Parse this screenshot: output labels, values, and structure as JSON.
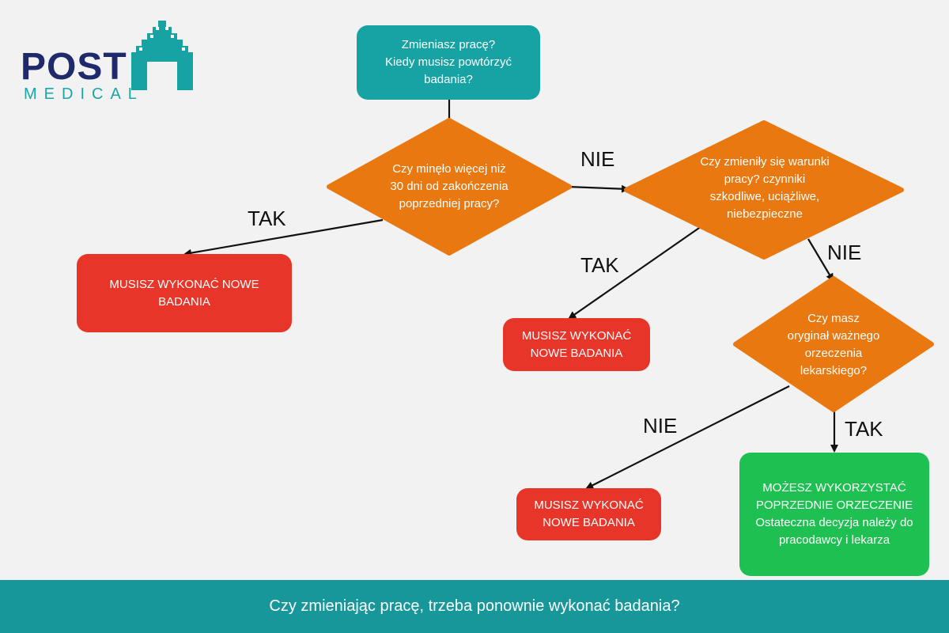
{
  "logo": {
    "brand": "POST",
    "sub": "MEDICAL",
    "accent_color": "#17a2a4",
    "brand_color": "#1e2a6b"
  },
  "start": {
    "lines": [
      "Zmieniasz pracę?",
      "Kiedy musisz powtórzyć",
      "badania?"
    ]
  },
  "decision1": {
    "lines": [
      "Czy minęło więcej niż",
      "30 dni od zakończenia",
      "poprzedniej pracy?"
    ]
  },
  "decision2": {
    "lines": [
      "Czy zmieniły się warunki",
      "pracy? czynniki",
      "szkodliwe, uciążliwe,",
      "niebezpieczne"
    ]
  },
  "decision3": {
    "lines": [
      "Czy masz",
      "oryginał ważnego",
      "orzeczenia",
      "lekarskiego?"
    ]
  },
  "result1": {
    "lines": [
      "MUSISZ WYKONAĆ NOWE",
      "BADANIA"
    ]
  },
  "result2": {
    "lines": [
      "MUSISZ WYKONAĆ",
      "NOWE BADANIA"
    ]
  },
  "result3": {
    "lines": [
      "MUSISZ WYKONAĆ",
      "NOWE BADANIA"
    ]
  },
  "result4": {
    "lines": [
      "MOŻESZ WYKORZYSTAĆ",
      "POPRZEDNIE ORZECZENIE",
      "Ostateczna decyzja należy do",
      "pracodawcy i lekarza"
    ]
  },
  "labels": {
    "tak1": "TAK",
    "nie1": "NIE",
    "tak2": "TAK",
    "nie2": "NIE",
    "nie3": "NIE",
    "tak3": "TAK"
  },
  "footer": {
    "text": "Czy zmieniając pracę, trzeba ponownie wykonać badania?"
  },
  "colors": {
    "start": "#17a2a4",
    "decision": "#e8780f",
    "negative": "#e8352a",
    "positive": "#1fc052",
    "footer": "#17979a"
  }
}
